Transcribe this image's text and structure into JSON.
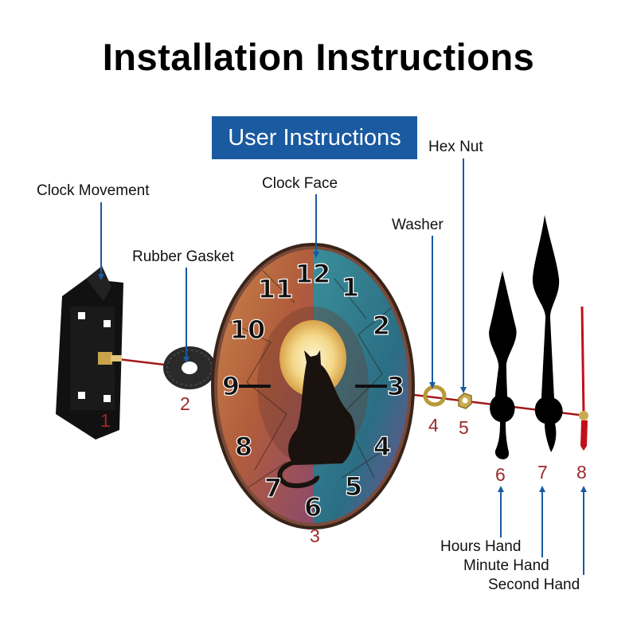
{
  "title": "Installation Instructions",
  "badge": "User Instructions",
  "labels": {
    "clock_movement": "Clock Movement",
    "rubber_gasket": "Rubber Gasket",
    "clock_face": "Clock Face",
    "washer": "Washer",
    "hex_nut": "Hex Nut",
    "hours_hand": "Hours Hand",
    "minute_hand": "Minute Hand",
    "second_hand": "Second Hand"
  },
  "numbers": [
    "1",
    "2",
    "3",
    "4",
    "5",
    "6",
    "7",
    "8"
  ],
  "dial_numerals": [
    "12",
    "1",
    "2",
    "3",
    "4",
    "5",
    "6",
    "7",
    "8",
    "9",
    "10",
    "11"
  ],
  "colors": {
    "arrow": "#1a5aa0",
    "number": "#9a2a2a",
    "shaft": "#a11a1a",
    "second_hand": "#c0101a"
  }
}
